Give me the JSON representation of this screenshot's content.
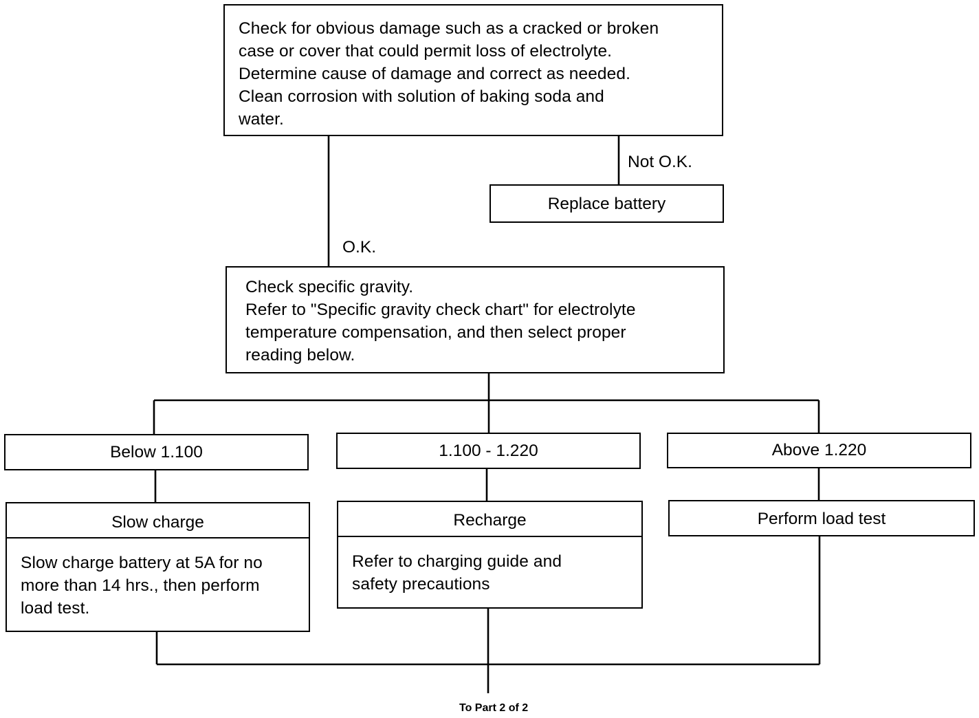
{
  "step_inspect": {
    "lines": [
      "Check for obvious damage such as a cracked or broken",
      "case or cover that could permit loss of electrolyte.",
      "Determine cause of damage and correct as needed.",
      "Clean corrosion with solution of baking soda and",
      "water."
    ]
  },
  "branch_not_ok": {
    "label": "Not O.K.",
    "action": "Replace battery"
  },
  "branch_ok": {
    "label": "O.K."
  },
  "step_gravity": {
    "lines": [
      "Check specific gravity.",
      "Refer to \"Specific gravity check chart\" for electrolyte",
      "temperature compensation, and then select proper",
      "reading below."
    ]
  },
  "readings": [
    {
      "label": "Below 1.100"
    },
    {
      "label": "1.100 - 1.220"
    },
    {
      "label": "Above 1.220"
    }
  ],
  "actions": [
    {
      "title": "Slow charge",
      "lines": [
        "Slow charge battery at 5A for no",
        "more than 14 hrs., then perform",
        "load test."
      ]
    },
    {
      "title": "Recharge",
      "lines": [
        "Refer to charging guide and",
        "safety precautions"
      ]
    },
    {
      "title": "Perform load test"
    }
  ],
  "footer": {
    "text": "To Part  2 of 2"
  }
}
